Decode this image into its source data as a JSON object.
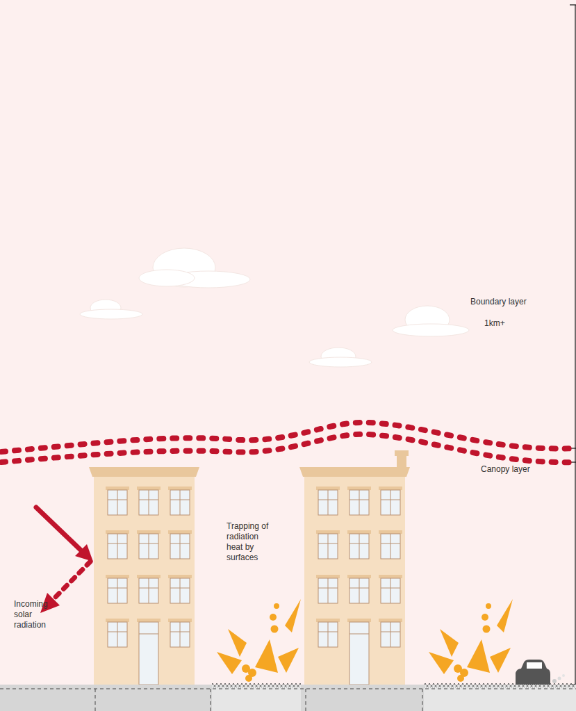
{
  "diagram": {
    "labels": [
      "Boundary layer",
      "1km+",
      "Canopy layer",
      "Trapping of radiation heat by surfaces",
      "Incoming solar radiation"
    ]
  }
}
